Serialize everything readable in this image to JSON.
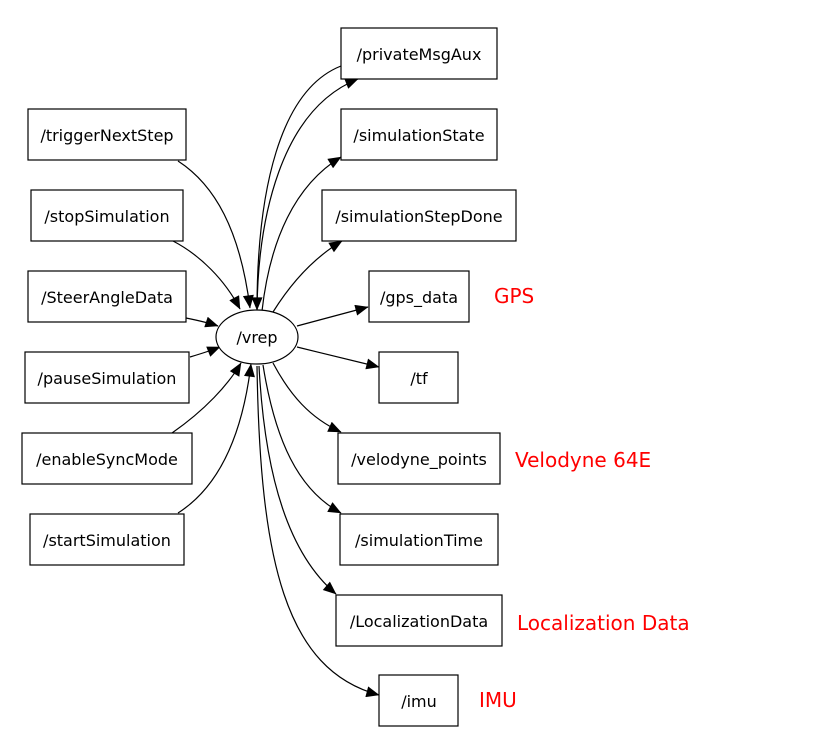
{
  "center": {
    "label": "/vrep"
  },
  "inputs": [
    {
      "id": "triggerNextStep",
      "label": "/triggerNextStep"
    },
    {
      "id": "stopSimulation",
      "label": "/stopSimulation"
    },
    {
      "id": "SteerAngleData",
      "label": "/SteerAngleData"
    },
    {
      "id": "pauseSimulation",
      "label": "/pauseSimulation"
    },
    {
      "id": "enableSyncMode",
      "label": "/enableSyncMode"
    },
    {
      "id": "startSimulation",
      "label": "/startSimulation"
    }
  ],
  "outputs": [
    {
      "id": "privateMsgAux",
      "label": "/privateMsgAux",
      "bidirectional": true
    },
    {
      "id": "simulationState",
      "label": "/simulationState"
    },
    {
      "id": "simulationStepDone",
      "label": "/simulationStepDone"
    },
    {
      "id": "gps_data",
      "label": "/gps_data"
    },
    {
      "id": "tf",
      "label": "/tf"
    },
    {
      "id": "velodyne_points",
      "label": "/velodyne_points"
    },
    {
      "id": "simulationTime",
      "label": "/simulationTime"
    },
    {
      "id": "LocalizationData",
      "label": "/LocalizationData"
    },
    {
      "id": "imu",
      "label": "/imu"
    }
  ],
  "annotations": {
    "gps": "GPS",
    "velodyne": "Velodyne 64E",
    "localization": "Localization Data",
    "imu": "IMU"
  },
  "colors": {
    "annotation": "#ff0000",
    "edge": "#000000",
    "node_fill": "#ffffff"
  }
}
